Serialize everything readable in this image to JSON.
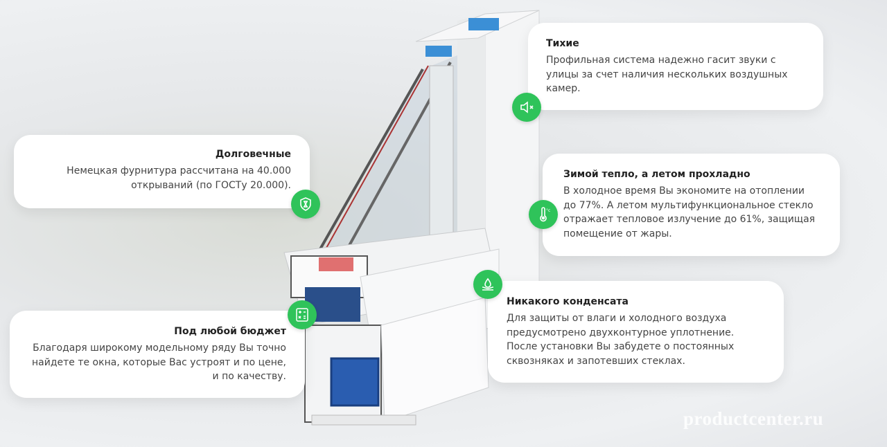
{
  "features": [
    {
      "title": "Тихие",
      "text": "Профильная система надежно гасит звуки с улицы за счет наличия нескольких воздушных камер.",
      "icon": "speaker-mute-icon"
    },
    {
      "title": "Долговечные",
      "text": "Немецкая фурнитура рассчитана на 40.000 открываний (по ГОСТу 20.000).",
      "icon": "shield-hourglass-icon"
    },
    {
      "title": "Зимой тепло, а летом прохладно",
      "text": "В холодное время Вы экономите на отоплении до 77%. А летом мультифункциональное стекло отражает тепловое излучение до 61%, защищая помещение от жары.",
      "icon": "thermometer-icon"
    },
    {
      "title": "Никакого конденсата",
      "text": "Для защиты от влаги и холодного воздуха предусмотрено двухконтурное уплотнение. После установки Вы забудете о постоянных сквозняках и запотевших стеклах.",
      "icon": "water-drop-icon"
    },
    {
      "title": "Под любой бюджет",
      "text": "Благодаря широкому модельному ряду Вы точно найдете те окна, которые Вас устроят и по цене, и по качеству.",
      "icon": "calculator-icon"
    }
  ],
  "watermark": "productcenter.ru",
  "colors": {
    "accent": "#2fc35a",
    "card": "#ffffff"
  }
}
